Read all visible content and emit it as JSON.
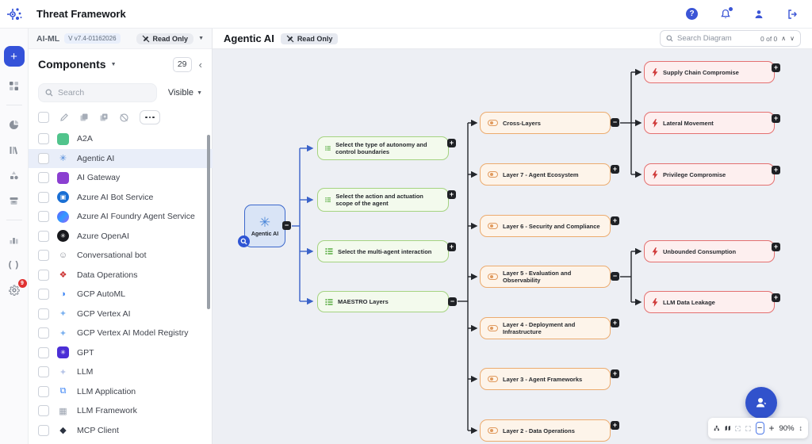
{
  "header": {
    "title": "Threat Framework"
  },
  "workspace": {
    "project": "AI-ML",
    "version_badge": "V v7.4-01162026",
    "read_only_label": "Read Only"
  },
  "rail": {
    "settings_badge": "9",
    "code_glyph": "( )"
  },
  "panel": {
    "title": "Components",
    "count": "29",
    "search_placeholder": "Search",
    "visibility_filter": "Visible",
    "items": [
      {
        "label": "A2A"
      },
      {
        "label": "Agentic AI"
      },
      {
        "label": "AI Gateway"
      },
      {
        "label": "Azure AI Bot Service"
      },
      {
        "label": "Azure AI Foundry Agent Service"
      },
      {
        "label": "Azure OpenAI"
      },
      {
        "label": "Conversational bot"
      },
      {
        "label": "Data Operations"
      },
      {
        "label": "GCP AutoML"
      },
      {
        "label": "GCP Vertex AI"
      },
      {
        "label": "GCP Vertex AI Model Registry"
      },
      {
        "label": "GPT"
      },
      {
        "label": "LLM"
      },
      {
        "label": "LLM Application"
      },
      {
        "label": "LLM Framework"
      },
      {
        "label": "MCP Client"
      }
    ]
  },
  "canvas": {
    "title": "Agentic AI",
    "read_only_label": "Read Only",
    "search_placeholder": "Search Diagram",
    "match_counter": "0 of 0"
  },
  "controls": {
    "zoom_out": "−",
    "zoom_in": "+",
    "zoom_level": "90%",
    "updown_glyph": "↕"
  },
  "diagram": {
    "root": {
      "label": "Agentic AI",
      "expander": "−"
    },
    "intents": [
      {
        "label": "Select the type of autonomy and control boundaries",
        "expander": "+"
      },
      {
        "label": "Select the action and actuation scope of the agent",
        "expander": "+"
      },
      {
        "label": "Select the multi-agent interaction",
        "expander": "+"
      },
      {
        "label": "MAESTRO Layers",
        "expander": "−"
      }
    ],
    "layers": [
      {
        "label": "Cross-Layers",
        "expander": "−"
      },
      {
        "label": "Layer 7 - Agent Ecosystem",
        "expander": "+"
      },
      {
        "label": "Layer 6 - Security and Compliance",
        "expander": "+"
      },
      {
        "label": "Layer 5 - Evaluation and Observability",
        "expander": "−"
      },
      {
        "label": "Layer 4 - Deployment and Infrastructure",
        "expander": "+"
      },
      {
        "label": "Layer 3 - Agent Frameworks",
        "expander": "+"
      },
      {
        "label": "Layer 2 - Data Operations",
        "expander": "+"
      }
    ],
    "threats": [
      {
        "label": "Supply Chain Compromise",
        "expander": "+"
      },
      {
        "label": "Lateral Movement",
        "expander": "+"
      },
      {
        "label": "Privilege Compromise",
        "expander": "+"
      },
      {
        "label": "Unbounded Consumption",
        "expander": "+"
      },
      {
        "label": "LLM Data Leakage",
        "expander": "+"
      }
    ]
  },
  "icons": {
    "logo": "network-hub",
    "help": "question-circle",
    "notifications": "bell-with-dot",
    "user": "person",
    "sign_out": "arrow-exit",
    "read_only": "pencil-slash",
    "search": "magnifier",
    "intent_node": "green-list",
    "layer_node": "orange-toggle",
    "threat_node": "red-lightning-bolt"
  },
  "colors": {
    "primary": "#3452d9",
    "canvas_bg": "#edeff4",
    "intent_border": "#a5d381",
    "layer_border": "#ecab6e",
    "threat_border": "#e47070",
    "root_border": "#3c68cc",
    "selected_row": "#e9eef9"
  }
}
